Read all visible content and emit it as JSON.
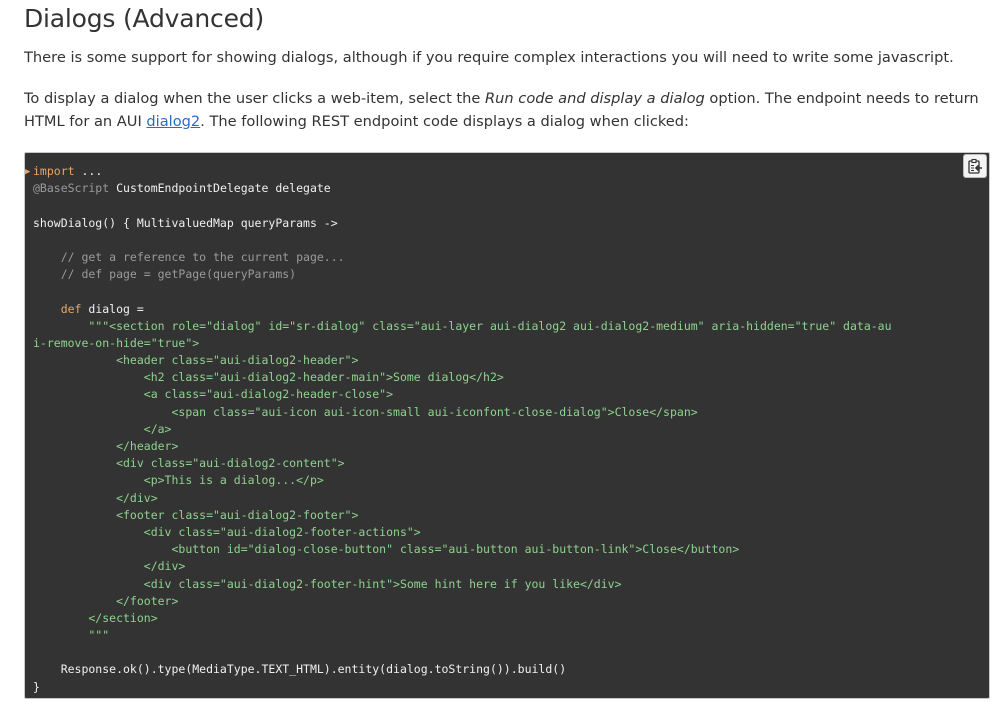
{
  "heading": "Dialogs (Advanced)",
  "paragraph1": "There is some support for showing dialogs, although if you require complex interactions you will need to write some javascript.",
  "paragraph2": {
    "before": "To display a dialog when the user clicks a web-item, select the ",
    "emphasis": "Run code and display a dialog",
    "middle": " option. The endpoint needs to return HTML for an AUI ",
    "link": "dialog2",
    "after": ". The following REST endpoint code displays a dialog when clicked:"
  },
  "code_block": {
    "copy_button_icon": "clipboard-copy-icon",
    "collapse_toggle_icon": "triangle-right-icon",
    "colors": {
      "background": "#333333",
      "keyword": "#e8a66a",
      "comment": "#9a9a9a",
      "string": "#8fd28f",
      "plain": "#f0f0f0"
    },
    "lines": {
      "l01_kw": "import",
      "l01_rest": " ...",
      "l02_anno": "@BaseScript",
      "l02_rest": " CustomEndpointDelegate delegate",
      "l03": "",
      "l04": "showDialog() { MultivaluedMap queryParams ->",
      "l05": "",
      "l06": "    // get a reference to the current page...",
      "l07": "    // def page = getPage(queryParams)",
      "l08": "",
      "l09_indent": "    ",
      "l09_kw": "def",
      "l09_rest": " dialog =",
      "l10": "        \"\"\"<section role=\"dialog\" id=\"sr-dialog\" class=\"aui-layer aui-dialog2 aui-dialog2-medium\" aria-hidden=\"true\" data-au",
      "l11": "i-remove-on-hide=\"true\">",
      "l12": "            <header class=\"aui-dialog2-header\">",
      "l13": "                <h2 class=\"aui-dialog2-header-main\">Some dialog</h2>",
      "l14": "                <a class=\"aui-dialog2-header-close\">",
      "l15": "                    <span class=\"aui-icon aui-icon-small aui-iconfont-close-dialog\">Close</span>",
      "l16": "                </a>",
      "l17": "            </header>",
      "l18": "            <div class=\"aui-dialog2-content\">",
      "l19": "                <p>This is a dialog...</p>",
      "l20": "            </div>",
      "l21": "            <footer class=\"aui-dialog2-footer\">",
      "l22": "                <div class=\"aui-dialog2-footer-actions\">",
      "l23": "                    <button id=\"dialog-close-button\" class=\"aui-button aui-button-link\">Close</button>",
      "l24": "                </div>",
      "l25": "                <div class=\"aui-dialog2-footer-hint\">Some hint here if you like</div>",
      "l26": "            </footer>",
      "l27": "        </section>",
      "l28": "        \"\"\"",
      "l29": "",
      "l30": "    Response.ok().type(MediaType.TEXT_HTML).entity(dialog.toString()).build()",
      "l31": "}"
    }
  }
}
